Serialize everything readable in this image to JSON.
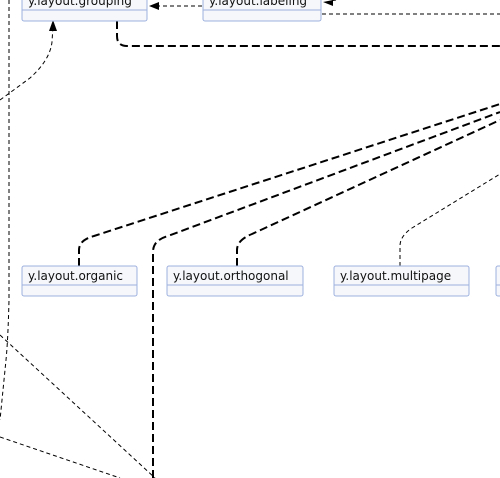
{
  "diagram": {
    "nodes": {
      "grouping": {
        "label": "y.layout.grouping"
      },
      "labeling": {
        "label": "y.layout.labeling"
      },
      "organic": {
        "label": "y.layout.organic"
      },
      "orthogonal": {
        "label": "y.layout.orthogonal"
      },
      "multipage": {
        "label": "y.layout.multipage"
      }
    }
  },
  "colors": {
    "node_fill": "#f5f7fb",
    "node_border": "#9db0de",
    "edge": "#000000"
  }
}
